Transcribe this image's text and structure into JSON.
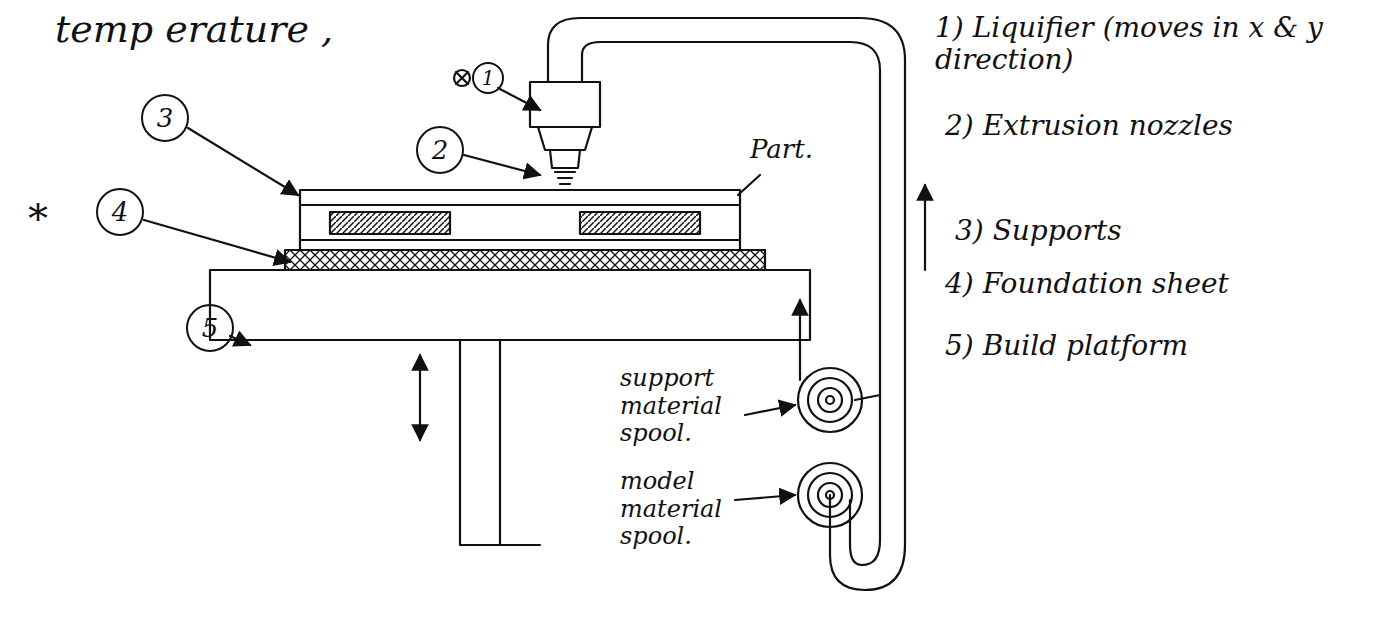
{
  "diagram": {
    "nodes": [
      {
        "text": [
          "1"
        ]
      },
      {
        "text": [
          "3"
        ]
      },
      {
        "text": [
          "2"
        ]
      },
      {
        "text": [
          "4"
        ]
      },
      {
        "text": [
          "5"
        ]
      }
    ],
    "labels": [
      "temp erature ,",
      "Part.",
      "support material spool.",
      "model material spool.",
      "1) Liquifier (moves in x & y direction)",
      "2) Extrusion nozzles",
      "3) Supports",
      "4) Foundation sheet",
      "5) Build platform",
      "*"
    ]
  }
}
